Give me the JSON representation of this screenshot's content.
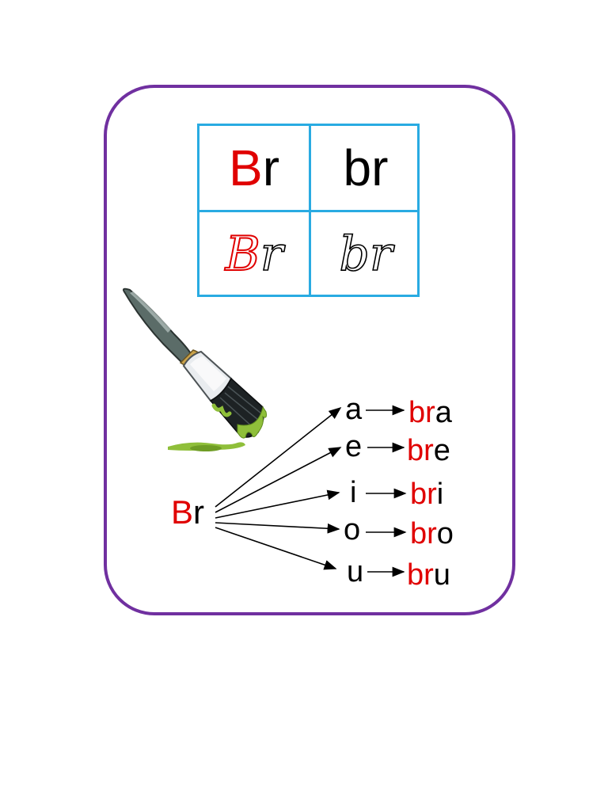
{
  "grid": {
    "print_upper": {
      "cap": "B",
      "rest": "r"
    },
    "print_lower": "br",
    "cursive_upper": {
      "cap": "B",
      "rest": "r"
    },
    "cursive_lower": "br"
  },
  "source": {
    "cap": "B",
    "rest": "r"
  },
  "vowels": [
    "a",
    "e",
    "i",
    "o",
    "u"
  ],
  "syllables": [
    {
      "stem": "br",
      "vowel": "a"
    },
    {
      "stem": "br",
      "vowel": "e"
    },
    {
      "stem": "br",
      "vowel": "i"
    },
    {
      "stem": "br",
      "vowel": "o"
    },
    {
      "stem": "br",
      "vowel": "u"
    }
  ],
  "colors": {
    "border": "#7030a0",
    "grid": "#29abe2",
    "accent": "#e00000",
    "paint": "#8fbf3a"
  },
  "icons": {
    "brush": "paintbrush-icon"
  }
}
